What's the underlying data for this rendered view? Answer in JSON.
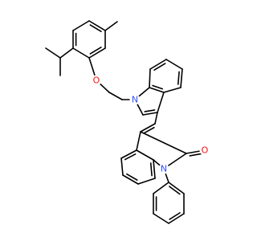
{
  "molecule": {
    "atoms": {
      "o_ether": {
        "symbol": "O",
        "color": "#ff0d0d"
      },
      "n_indole": {
        "symbol": "N",
        "color": "#3050f8"
      },
      "n_lactam": {
        "symbol": "N",
        "color": "#3050f8"
      },
      "o_carbonyl": {
        "symbol": "O",
        "color": "#ff0d0d"
      }
    },
    "bond_color": "#000000"
  }
}
